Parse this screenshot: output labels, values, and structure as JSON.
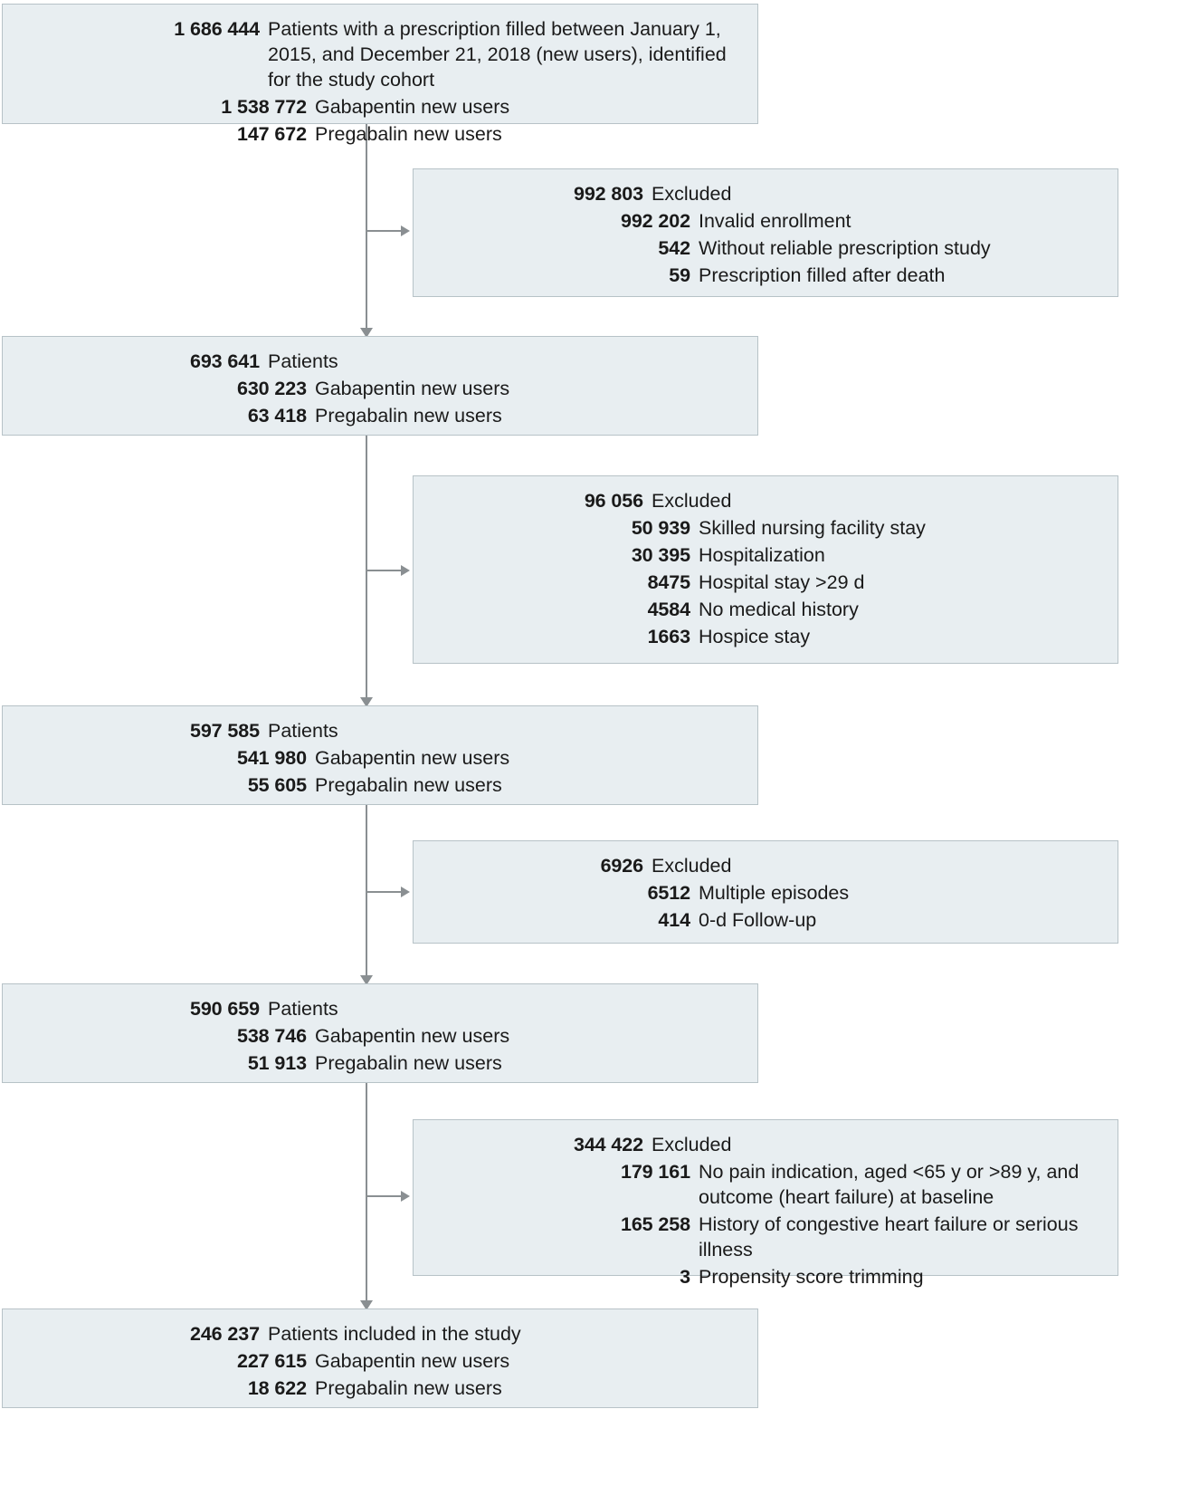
{
  "figure": {
    "type": "study-flow-diagram",
    "colors": {
      "box_fill": "#e8eef1",
      "box_border": "#b7c2c7",
      "connector": "#8a8f92",
      "text": "#1a1a1a"
    }
  },
  "nodes": {
    "cohort_initial": {
      "lines": [
        {
          "number": "1 686 444",
          "label": "Patients with a prescription filled between January 1, 2015, and December 21, 2018 (new users), identified for the study cohort",
          "level": 0
        },
        {
          "number": "1 538 772",
          "label": "Gabapentin new users",
          "level": 1
        },
        {
          "number": "147 672",
          "label": "Pregabalin new users",
          "level": 1
        }
      ]
    },
    "excluded_1": {
      "lines": [
        {
          "number": "992 803",
          "label": "Excluded",
          "level": 0
        },
        {
          "number": "992 202",
          "label": "Invalid enrollment",
          "level": 1
        },
        {
          "number": "542",
          "label": "Without reliable prescription study",
          "level": 1
        },
        {
          "number": "59",
          "label": "Prescription filled after death",
          "level": 1
        }
      ]
    },
    "cohort_2": {
      "lines": [
        {
          "number": "693 641",
          "label": "Patients",
          "level": 0
        },
        {
          "number": "630 223",
          "label": "Gabapentin new users",
          "level": 1
        },
        {
          "number": "63 418",
          "label": "Pregabalin new users",
          "level": 1
        }
      ]
    },
    "excluded_2": {
      "lines": [
        {
          "number": "96 056",
          "label": "Excluded",
          "level": 0
        },
        {
          "number": "50 939",
          "label": "Skilled nursing facility stay",
          "level": 1
        },
        {
          "number": "30 395",
          "label": "Hospitalization",
          "level": 1
        },
        {
          "number": "8475",
          "label": "Hospital stay >29 d",
          "level": 1
        },
        {
          "number": "4584",
          "label": "No medical history",
          "level": 1
        },
        {
          "number": "1663",
          "label": "Hospice stay",
          "level": 1
        }
      ]
    },
    "cohort_3": {
      "lines": [
        {
          "number": "597 585",
          "label": "Patients",
          "level": 0
        },
        {
          "number": "541 980",
          "label": "Gabapentin new users",
          "level": 1
        },
        {
          "number": "55 605",
          "label": "Pregabalin new users",
          "level": 1
        }
      ]
    },
    "excluded_3": {
      "lines": [
        {
          "number": "6926",
          "label": "Excluded",
          "level": 0
        },
        {
          "number": "6512",
          "label": "Multiple episodes",
          "level": 1
        },
        {
          "number": "414",
          "label": "0-d Follow-up",
          "level": 1
        }
      ]
    },
    "cohort_4": {
      "lines": [
        {
          "number": "590 659",
          "label": "Patients",
          "level": 0
        },
        {
          "number": "538 746",
          "label": "Gabapentin new users",
          "level": 1
        },
        {
          "number": "51 913",
          "label": "Pregabalin new users",
          "level": 1
        }
      ]
    },
    "excluded_4": {
      "lines": [
        {
          "number": "344 422",
          "label": "Excluded",
          "level": 0
        },
        {
          "number": "179 161",
          "label": "No pain indication, aged <65 y or >89 y, and outcome (heart failure) at baseline",
          "level": 1
        },
        {
          "number": "165 258",
          "label": "History of congestive heart failure or serious illness",
          "level": 1
        },
        {
          "number": "3",
          "label": "Propensity score trimming",
          "level": 1
        }
      ]
    },
    "cohort_final": {
      "lines": [
        {
          "number": "246 237",
          "label": "Patients included in the study",
          "level": 0
        },
        {
          "number": "227 615",
          "label": "Gabapentin new users",
          "level": 1
        },
        {
          "number": "18 622",
          "label": "Pregabalin new users",
          "level": 1
        }
      ]
    }
  }
}
